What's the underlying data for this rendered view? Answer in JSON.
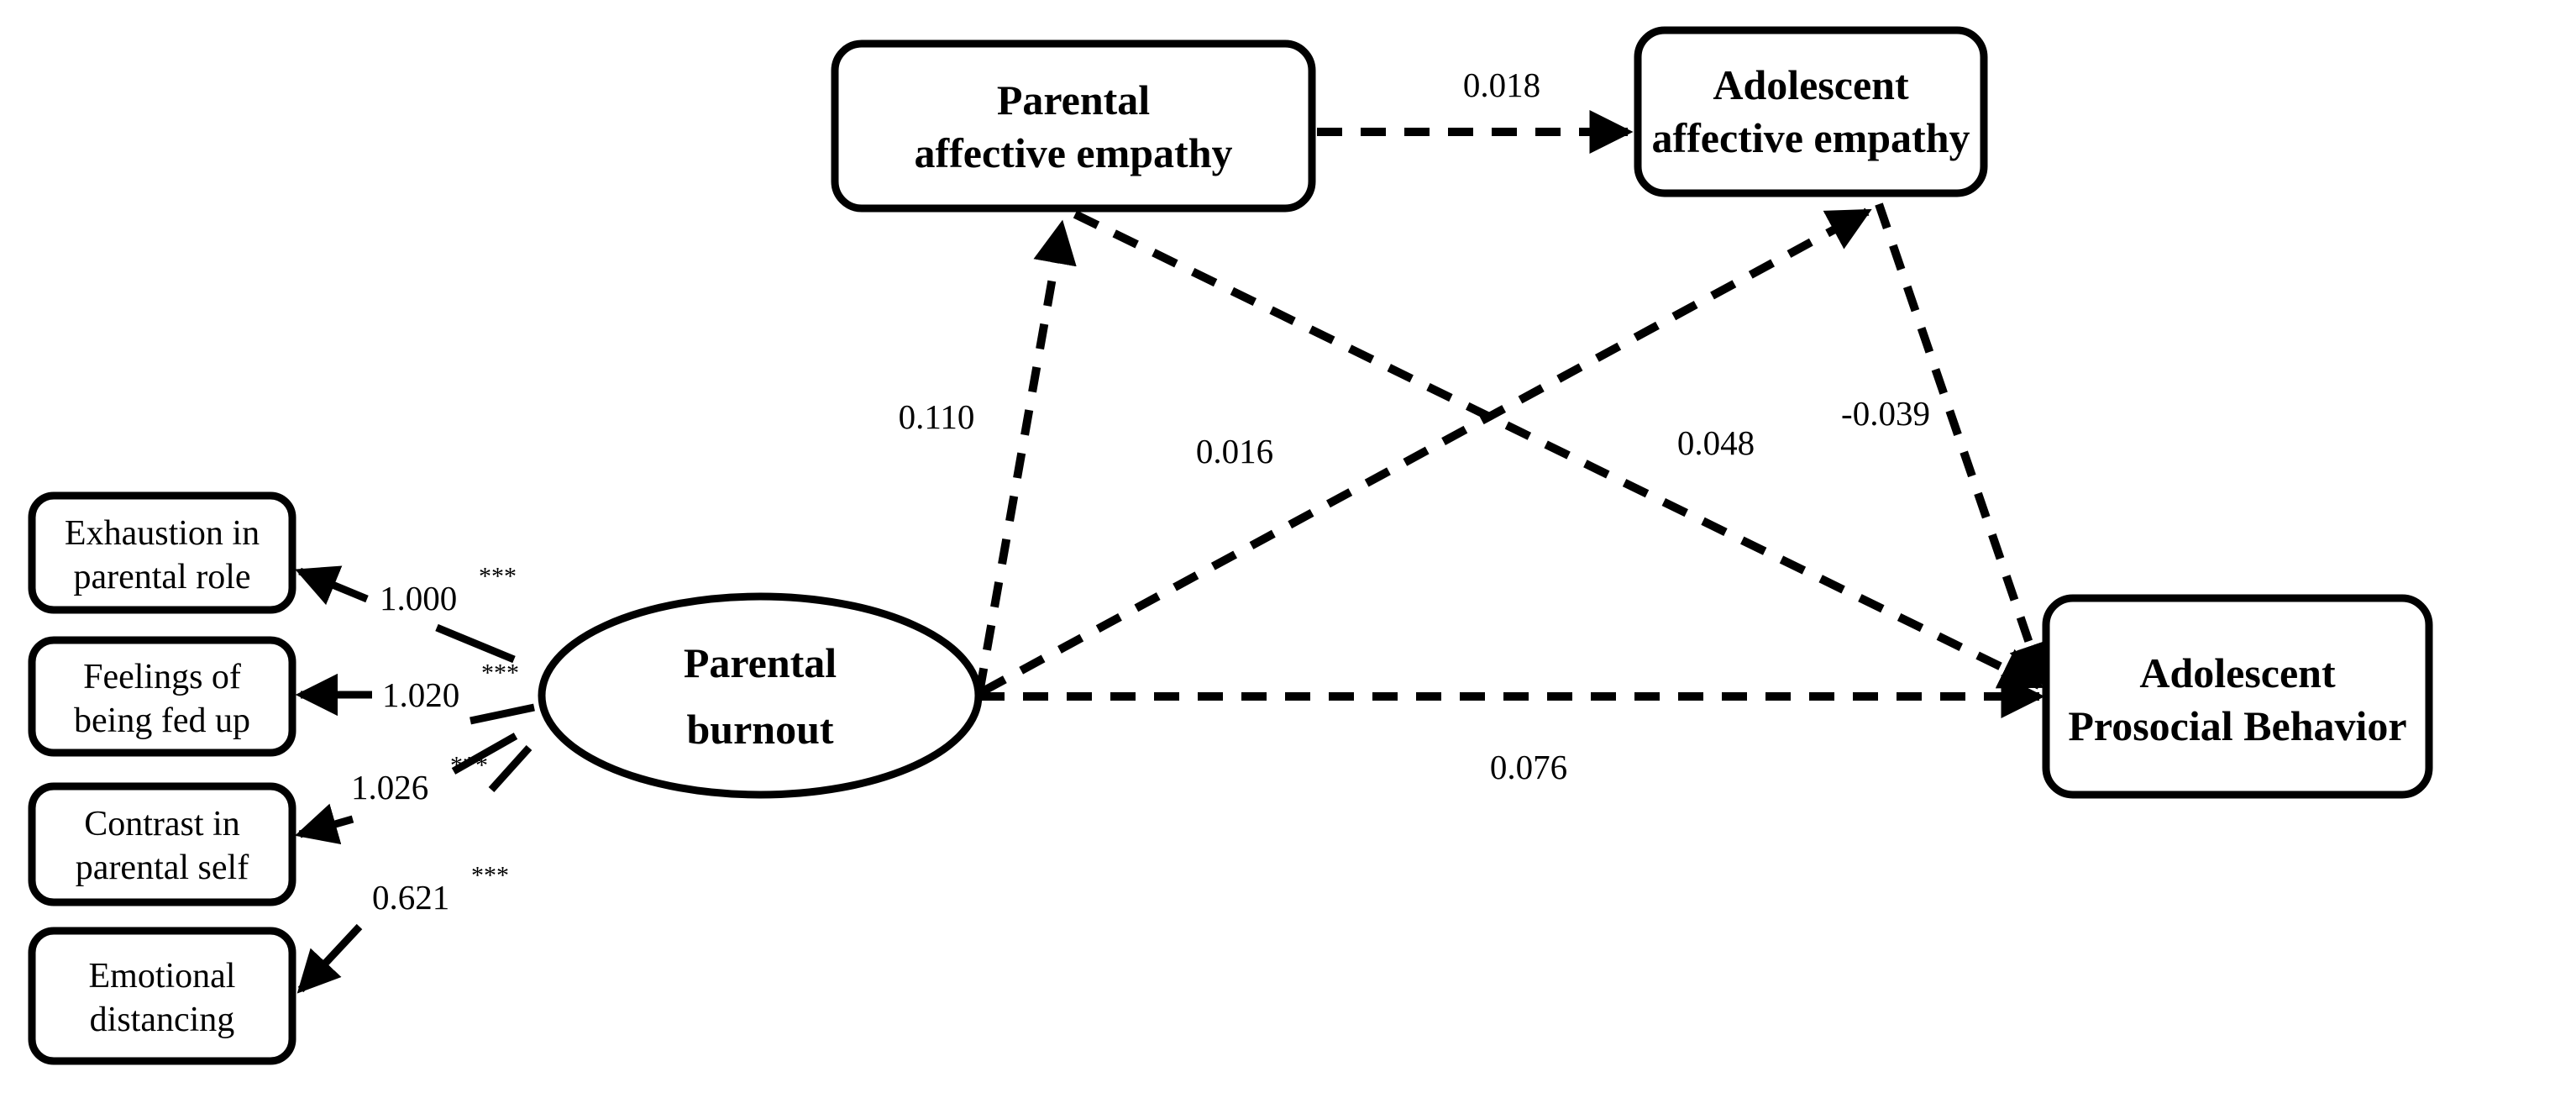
{
  "diagram": {
    "type": "structural-equation-path-model",
    "background": "#ffffff",
    "line_color": "#000000"
  },
  "nodes": {
    "parental_affective_empathy": {
      "id": "parental-affective-empathy",
      "shape": "rounded-rect",
      "line1": "Parental",
      "line2": "affective empathy"
    },
    "adolescent_affective_empathy": {
      "id": "adolescent-affective-empathy",
      "shape": "rounded-rect",
      "line1": "Adolescent",
      "line2": "affective empathy"
    },
    "adolescent_prosocial_behavior": {
      "id": "adolescent-prosocial-behavior",
      "shape": "rounded-rect",
      "line1": "Adolescent",
      "line2": "Prosocial Behavior"
    },
    "parental_burnout": {
      "id": "parental-burnout",
      "shape": "ellipse",
      "line1": "Parental",
      "line2": "burnout"
    },
    "indicators": [
      {
        "id": "exhaustion-in-parental-role",
        "line1": "Exhaustion in",
        "line2": "parental role"
      },
      {
        "id": "feelings-of-being-fed-up",
        "line1": "Feelings of",
        "line2": "being fed up"
      },
      {
        "id": "contrast-in-parental-self",
        "line1": "Contrast in",
        "line2": "parental self"
      },
      {
        "id": "emotional-distancing",
        "line1": "Emotional",
        "line2": "distancing"
      }
    ]
  },
  "paths": [
    {
      "id": "pae-to-aae",
      "from": "Parental affective empathy",
      "to": "Adolescent affective empathy",
      "coefficient": "0.018",
      "style": "dashed",
      "significance": ""
    },
    {
      "id": "burnout-to-pae",
      "from": "Parental burnout",
      "to": "Parental affective empathy",
      "coefficient": "0.110",
      "style": "dashed",
      "significance": ""
    },
    {
      "id": "burnout-to-aae",
      "from": "Parental burnout",
      "to": "Adolescent affective empathy",
      "coefficient": "0.016",
      "style": "dashed",
      "significance": ""
    },
    {
      "id": "pae-to-prosocial",
      "from": "Parental affective empathy",
      "to": "Adolescent Prosocial Behavior",
      "coefficient": "0.048",
      "style": "dashed",
      "significance": ""
    },
    {
      "id": "aae-to-prosocial",
      "from": "Adolescent affective empathy",
      "to": "Adolescent Prosocial Behavior",
      "coefficient": "-0.039",
      "style": "dashed",
      "significance": ""
    },
    {
      "id": "burnout-to-prosocial",
      "from": "Parental burnout",
      "to": "Adolescent Prosocial Behavior",
      "coefficient": "0.076",
      "style": "dashed",
      "significance": ""
    }
  ],
  "loadings": [
    {
      "id": "loading-exhaustion",
      "value": "1.000",
      "stars": "***",
      "target": "Exhaustion in parental role"
    },
    {
      "id": "loading-fed-up",
      "value": "1.020",
      "stars": "***",
      "target": "Feelings of being fed up"
    },
    {
      "id": "loading-contrast",
      "value": "1.026",
      "stars": "***",
      "target": "Contrast in parental self"
    },
    {
      "id": "loading-distancing",
      "value": "0.621",
      "stars": "***",
      "target": "Emotional distancing"
    }
  ]
}
